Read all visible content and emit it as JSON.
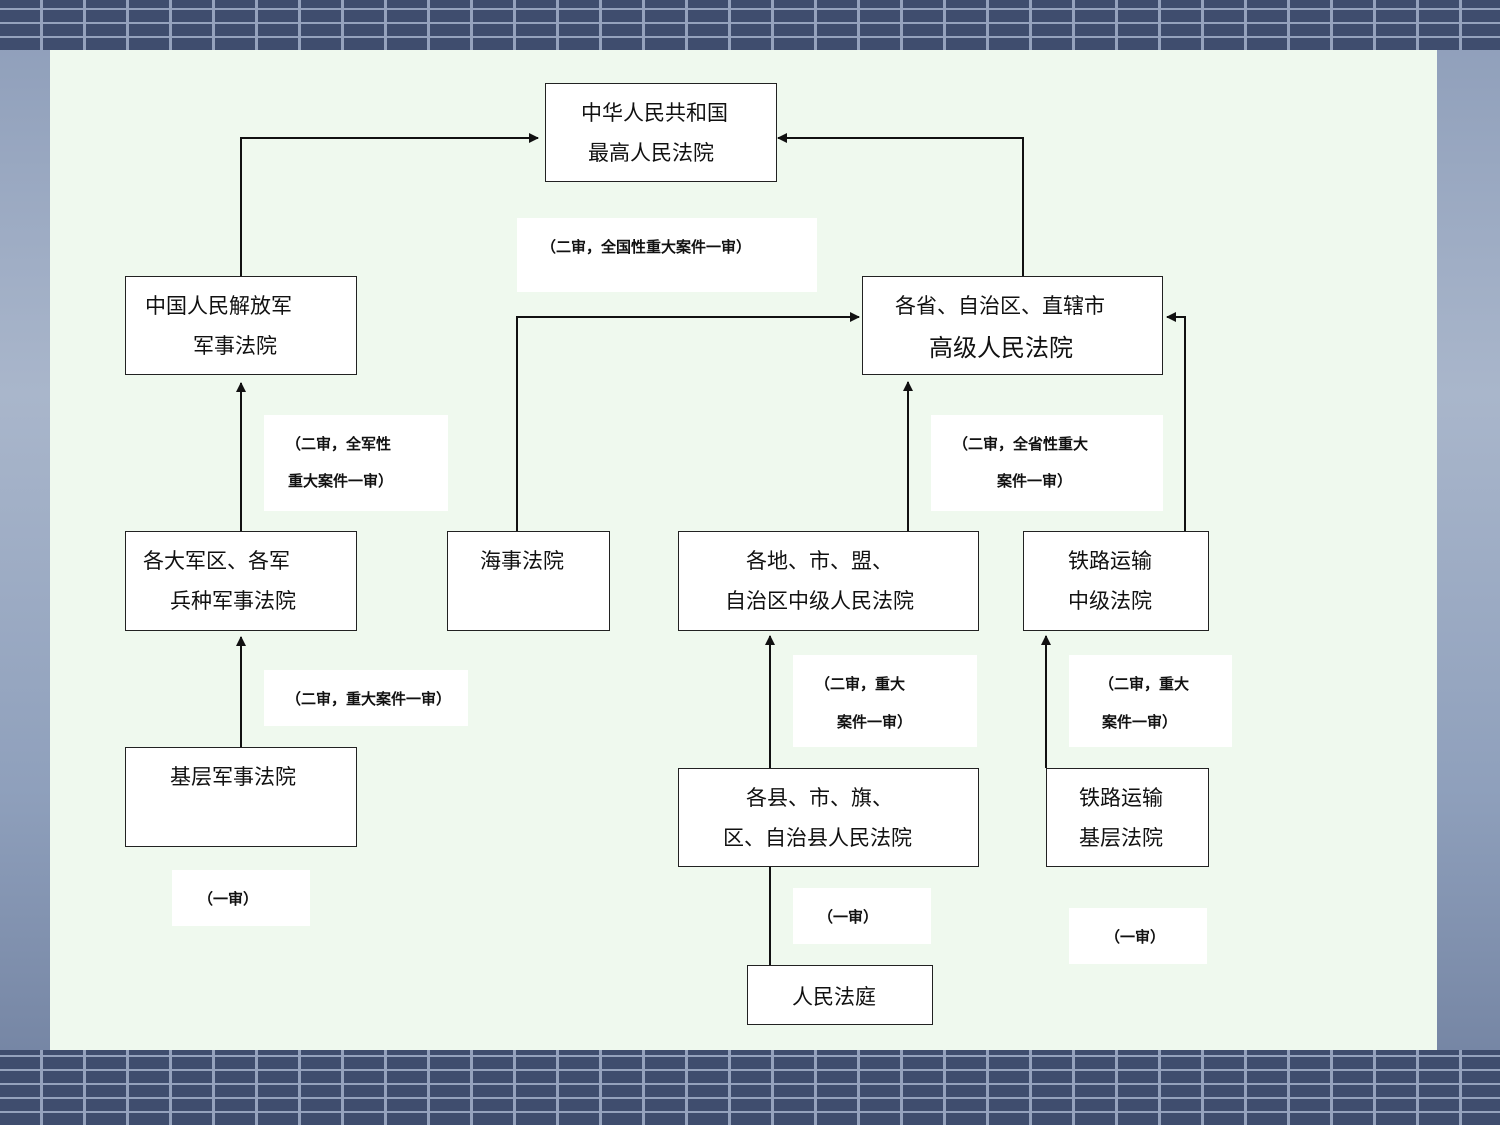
{
  "nodes": {
    "supreme": {
      "line1": "中华人民共和国",
      "line2": "最高人民法院"
    },
    "pla": {
      "line1": "中国人民解放军",
      "line2": "军事法院"
    },
    "high": {
      "line1": "各省、自治区、直辖市",
      "line2": "高级人民法院"
    },
    "military_region": {
      "line1": "各大军区、各军",
      "line2": "兵种军事法院"
    },
    "maritime": {
      "line1": "海事法院"
    },
    "intermediate": {
      "line1": "各地、市、盟、",
      "line2": "自治区中级人民法院"
    },
    "railway_intermediate": {
      "line1": "铁路运输",
      "line2": "中级法院"
    },
    "basic_military": {
      "line1": "基层军事法院"
    },
    "county": {
      "line1": "各县、市、旗、",
      "line2": "区、自治县人民法院"
    },
    "railway_basic": {
      "line1": "铁路运输",
      "line2": "基层法院"
    },
    "tribunal": {
      "line1": "人民法庭"
    }
  },
  "notes": {
    "supreme": "（二审，全国性重大案件一审）",
    "pla": {
      "line1": "（二审，全军性",
      "line2": "重大案件一审）"
    },
    "military_region": "（二审，重大案件一审）",
    "high": {
      "line1": "（二审，全省性重大",
      "line2": "案件一审）"
    },
    "intermediate": {
      "line1": "（二审，重大",
      "line2": "案件一审）"
    },
    "railway_intermediate": {
      "line1": "（二审，重大",
      "line2": "案件一审）"
    },
    "basic_military": "（一审）",
    "county": "（一审）",
    "railway_basic": "（一审）"
  },
  "colors": {
    "slide_background": "#eff9ee",
    "line": "#111111",
    "box_border": "#222222"
  }
}
